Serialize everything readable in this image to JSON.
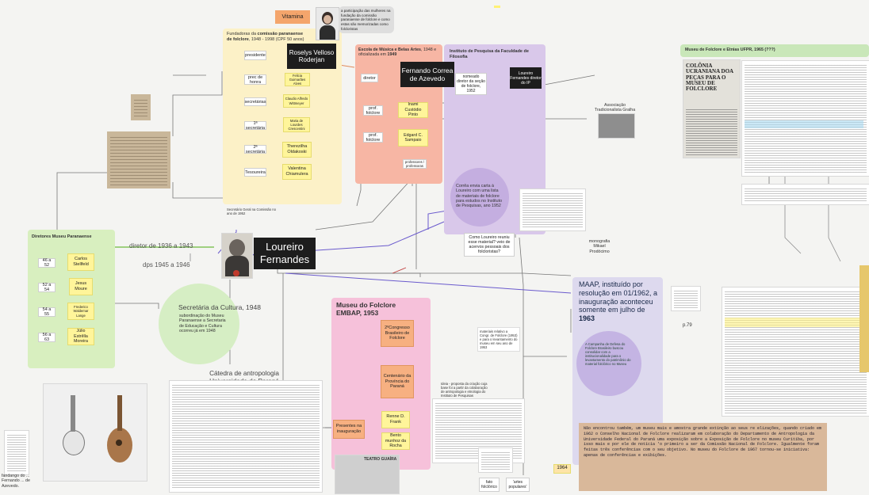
{
  "vitamina": "Vitamina",
  "top_quote": "a participação das mulheres na fundação da comissão paranaense de folclore e como estas são memorizadas como folcloristas",
  "fundadoras": {
    "title_prefix": "Fundadoras da ",
    "title_bold": "comissão paranaense de folclore",
    "title_suffix": ", 1948 - 1998 (CPF 50 anos)",
    "rows": [
      {
        "role": "presidente",
        "name": "Roselys Velloso Roderjan"
      },
      {
        "role": "prec de honra",
        "name": "Felicia Guimarães Alves"
      },
      {
        "role": "secretárias",
        "name": "Claudio Alfredo Wittmeyer"
      },
      {
        "role": "1ª secretária",
        "name": "Maria de Lourdes Crescentini"
      },
      {
        "role": "2ª secretária",
        "name": "Therezilha Oldakoski"
      },
      {
        "role": "Tesoureira",
        "name": "Valentina Chiamulera"
      }
    ],
    "footer": "Secretário Geral na Comissão no ano de 1952"
  },
  "roselys": "Roselys Velloso Roderjan",
  "escola": {
    "title": "Escola de Música e Belas Artes",
    "title_suffix": ", 1948 e oficializada em ",
    "year": "1949",
    "diretor": "diretor",
    "fernando": "Fernando Correa de Azevedo",
    "prof1": "prof. folclore",
    "inami": "Inami Custódio Pinto",
    "prof2": "prof. folclore",
    "edgard": "Edgard C. Sampaio",
    "prof3": "professores / professoras"
  },
  "instituto": {
    "title": "Instituto de Pesquisa da Faculdade de Filosofia",
    "nomeado": "nomeado diretor da seção de folclore, 1952",
    "loureiro_dir": "Loureiro Fernandes diretor do IP",
    "correia": "Corrêa envia carta à Loureiro com uma lista de materiais de folclore para estudos no Instituto de Pesquisas, ano 1952",
    "como": "Como Loureiro reuniu esse material? veio de acervos pessoais dos folcloristas?",
    "associacao": "Associação Tradicionalista Gralha Azul",
    "monografia": "monografia Mikael Prodócimo"
  },
  "museu_ufpr": {
    "title": "Museu de Folclore e Etnias UFPR, 1965 (???)",
    "headline": "COLÔNIA UCRANIANA DOA PEÇAS PARA O MUSEU DE FOLCLORE"
  },
  "diretores": {
    "title": "Diretores Museu Paranaense",
    "rows": [
      {
        "years": "46 a 52",
        "name": "Carlos Stellfeld"
      },
      {
        "years": "52 a 54",
        "name": "Jesus Moure"
      },
      {
        "years": "54 a 55",
        "name": "Frederico Waldemar Lange"
      },
      {
        "years": "56 a 63",
        "name": "Júlio Estrêlla Moreira"
      }
    ]
  },
  "loureiro": {
    "name": "Loureiro Fernandes",
    "diretor": "diretor de 1936 a 1943",
    "dps": "dps 1945 a 1946"
  },
  "secretaria": {
    "title": "Secretária da Cultura, 1948",
    "body": "subordinação do Museu Paranaense a Secretaria de Educação e Cultura ocorreu já em 1948"
  },
  "catedra": "Cátedra de antropologia Universidade do Paraná",
  "embap": {
    "title": "Museu do Folclore EMBAP, 1953",
    "congresso": "2ºCongresso Brasileiro de Folclore",
    "centenario": "Centenário da Província do Paraná",
    "presentes": "Presentes na inauguração",
    "renne": "Renne D. Frank",
    "bento": "Bento munhoz da Rocha",
    "side_note": "materiais relativo a Congr. de Folclore (1953) e para o levantamento do museu em seu ano de 1953",
    "ideia": "Ideia - proposta da criação cuja base foi a partir da colaboração de antropologia e etnologia do Instituto de Pesquisas"
  },
  "maap": {
    "title": "MAAP, instituído por resolução em 01/1962, a inauguração aconteceu somente em julho de",
    "year": "1963",
    "campanha": "A Campanha de Defesa do Folclore Brasileiro buscou consolidar com a institucionalidade para o levantamento do patrimônio do material folclórico no Museu"
  },
  "p79": "p.79",
  "year_1964": "1964",
  "gazeta": "Não encontrou também, um museu mais e amostra grande extinção ao seus re elizações, quando criado em 1962 o Conselho Nacional de Folclore realizaram em colaboração do Departamento de Antropologia da Universidade Federal do Paraná uma exposição sobre a Exposição de Folclore no museu Curitiba, por isso mais e por ele de notícia 'o primeiro a ser da Comissão Nacional de Folclore. Igualmente foram feitas três conferências com o seu objetivo. No museu do Folclore de 1967 tornou-se iniciativa: apenas de conferências e exibições.",
  "fato": "fato folclórico",
  "artes": "'artes populares'",
  "caption_left": "fandango do ... Fernando ... de Azevedo.",
  "teatro": "TEATRO GUAÍRA"
}
